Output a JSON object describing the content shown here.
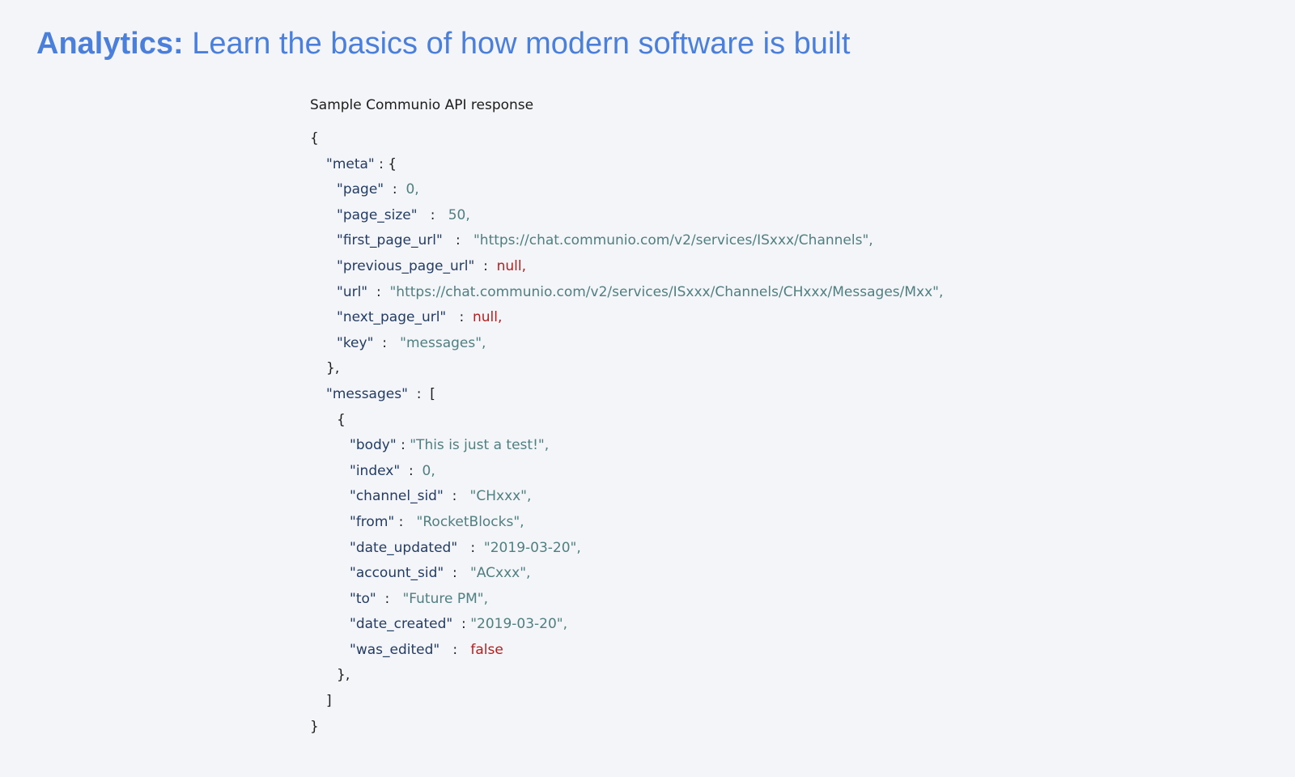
{
  "header": {
    "bold_label": "Analytics:",
    "subtitle": "Learn the basics of how modern software is built"
  },
  "panel": {
    "title": "Sample Communio API response",
    "lines": [
      {
        "indent": 0,
        "parts": [
          {
            "t": "{",
            "c": "punct"
          }
        ]
      },
      {
        "indent": 1,
        "parts": [
          {
            "t": "\"meta\"",
            "c": "key"
          },
          {
            "t": " : {",
            "c": "punct"
          }
        ]
      },
      {
        "indent": 2,
        "parts": [
          {
            "t": "\"page\"",
            "c": "key"
          },
          {
            "t": "  :  ",
            "c": "punct"
          },
          {
            "t": "0,",
            "c": "num"
          }
        ]
      },
      {
        "indent": 2,
        "parts": [
          {
            "t": "\"page_size\"",
            "c": "key"
          },
          {
            "t": "   :   ",
            "c": "punct"
          },
          {
            "t": "50,",
            "c": "num"
          }
        ]
      },
      {
        "indent": 2,
        "parts": [
          {
            "t": "\"first_page_url\"",
            "c": "key"
          },
          {
            "t": "   :   ",
            "c": "punct"
          },
          {
            "t": "\"https://chat.communio.com/v2/services/ISxxx/Channels\",",
            "c": "str"
          }
        ]
      },
      {
        "indent": 2,
        "parts": [
          {
            "t": "\"previous_page_url\"",
            "c": "key"
          },
          {
            "t": "  :  ",
            "c": "punct"
          },
          {
            "t": "null,",
            "c": "lit"
          }
        ]
      },
      {
        "indent": 2,
        "parts": [
          {
            "t": "\"url\"",
            "c": "key"
          },
          {
            "t": "  :  ",
            "c": "punct"
          },
          {
            "t": "\"https://chat.communio.com/v2/services/ISxxx/Channels/CHxxx/Messages/Mxx\",",
            "c": "str"
          }
        ]
      },
      {
        "indent": 2,
        "parts": [
          {
            "t": "\"next_page_url\"",
            "c": "key"
          },
          {
            "t": "   :  ",
            "c": "punct"
          },
          {
            "t": "null,",
            "c": "lit"
          }
        ]
      },
      {
        "indent": 2,
        "parts": [
          {
            "t": "\"key\"",
            "c": "key"
          },
          {
            "t": "  :   ",
            "c": "punct"
          },
          {
            "t": "\"messages\",",
            "c": "str"
          }
        ]
      },
      {
        "indent": 1,
        "parts": [
          {
            "t": "},",
            "c": "punct"
          }
        ]
      },
      {
        "indent": 1,
        "parts": [
          {
            "t": "\"messages\"",
            "c": "key"
          },
          {
            "t": "  :  [",
            "c": "punct"
          }
        ]
      },
      {
        "indent": 2,
        "parts": [
          {
            "t": "{",
            "c": "punct"
          }
        ]
      },
      {
        "indent": 3,
        "parts": [
          {
            "t": "\"body\"",
            "c": "key"
          },
          {
            "t": " : ",
            "c": "punct"
          },
          {
            "t": "\"This is just a test!\",",
            "c": "str"
          }
        ]
      },
      {
        "indent": 3,
        "parts": [
          {
            "t": "\"index\"",
            "c": "key"
          },
          {
            "t": "  :  ",
            "c": "punct"
          },
          {
            "t": "0,",
            "c": "num"
          }
        ]
      },
      {
        "indent": 3,
        "parts": [
          {
            "t": "\"channel_sid\"",
            "c": "key"
          },
          {
            "t": "  :   ",
            "c": "punct"
          },
          {
            "t": "\"CHxxx\",",
            "c": "str"
          }
        ]
      },
      {
        "indent": 3,
        "parts": [
          {
            "t": "\"from\"",
            "c": "key"
          },
          {
            "t": " :   ",
            "c": "punct"
          },
          {
            "t": "\"RocketBlocks\",",
            "c": "str"
          }
        ]
      },
      {
        "indent": 3,
        "parts": [
          {
            "t": "\"date_updated\"",
            "c": "key"
          },
          {
            "t": "   :  ",
            "c": "punct"
          },
          {
            "t": "\"2019-03-20\",",
            "c": "str"
          }
        ]
      },
      {
        "indent": 3,
        "parts": [
          {
            "t": "\"account_sid\"",
            "c": "key"
          },
          {
            "t": "  :   ",
            "c": "punct"
          },
          {
            "t": "\"ACxxx\",",
            "c": "str"
          }
        ]
      },
      {
        "indent": 3,
        "parts": [
          {
            "t": "\"to\"",
            "c": "key"
          },
          {
            "t": "  :   ",
            "c": "punct"
          },
          {
            "t": "\"Future PM\",",
            "c": "str"
          }
        ]
      },
      {
        "indent": 3,
        "parts": [
          {
            "t": "\"date_created\"",
            "c": "key"
          },
          {
            "t": "  : ",
            "c": "punct"
          },
          {
            "t": "\"2019-03-20\",",
            "c": "str"
          }
        ]
      },
      {
        "indent": 3,
        "parts": [
          {
            "t": "\"was_edited\"",
            "c": "key"
          },
          {
            "t": "   :   ",
            "c": "punct"
          },
          {
            "t": "false",
            "c": "lit"
          }
        ]
      },
      {
        "indent": 2,
        "parts": [
          {
            "t": "},",
            "c": "punct"
          }
        ]
      },
      {
        "indent": 1,
        "parts": [
          {
            "t": "]",
            "c": "punct"
          }
        ]
      },
      {
        "indent": 0,
        "parts": [
          {
            "t": "}",
            "c": "punct"
          }
        ]
      }
    ]
  }
}
